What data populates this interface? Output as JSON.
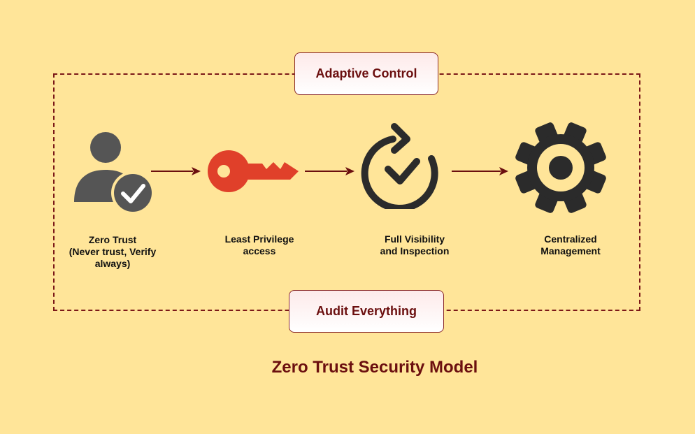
{
  "diagram": {
    "title": "Zero Trust Security Model",
    "top_box": "Adaptive Control",
    "bottom_box": "Audit Everything",
    "steps": [
      {
        "icon": "user-check-icon",
        "label_lines": [
          "Zero Trust",
          "(Never trust, Verify",
          "always)"
        ]
      },
      {
        "icon": "key-icon",
        "label_lines": [
          "Least Privilege",
          "access"
        ]
      },
      {
        "icon": "refresh-check-icon",
        "label_lines": [
          "Full Visibility",
          "and Inspection"
        ]
      },
      {
        "icon": "gear-icon",
        "label_lines": [
          "Centralized",
          "Management"
        ]
      }
    ]
  },
  "colors": {
    "background": "#ffe599",
    "border": "#7b1818",
    "title": "#6b0f0f",
    "key": "#e0402a",
    "dark_icon": "#2b2b2b",
    "user_icon": "#555555"
  }
}
